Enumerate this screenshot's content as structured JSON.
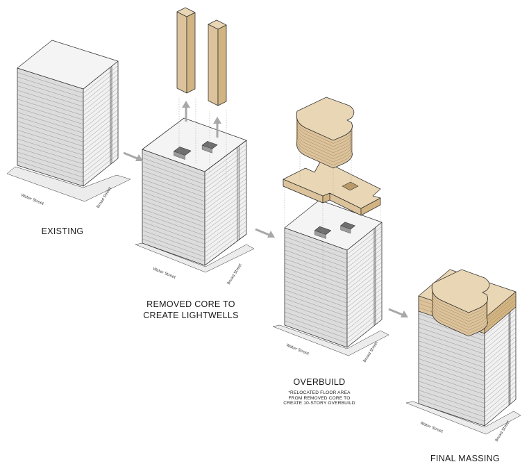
{
  "labels": {
    "existing": "EXISTING",
    "removed_line1": "REMOVED CORE TO",
    "removed_line2": "CREATE LIGHTWELLS",
    "overbuild": "OVERBUILD",
    "overbuild_note_line1": "*RELOCATED FLOOR AREA",
    "overbuild_note_line2": "FROM REMOVED CORE TO",
    "overbuild_note_line3": "CREATE 10-STORY OVERBUILD",
    "final": "FINAL MASSING"
  },
  "streets": {
    "water": "Water Street",
    "broad": "Broad Street"
  },
  "colors": {
    "facade_left": "#dcdcdc",
    "facade_right": "#f1f1f1",
    "roof": "#f4f4f4",
    "ground": "#ececec",
    "wood_top": "#e9d6b4",
    "wood_side": "#d2b483",
    "wood_front": "#dcc39c",
    "arrow": "#a8a8a8",
    "line": "#333333"
  }
}
